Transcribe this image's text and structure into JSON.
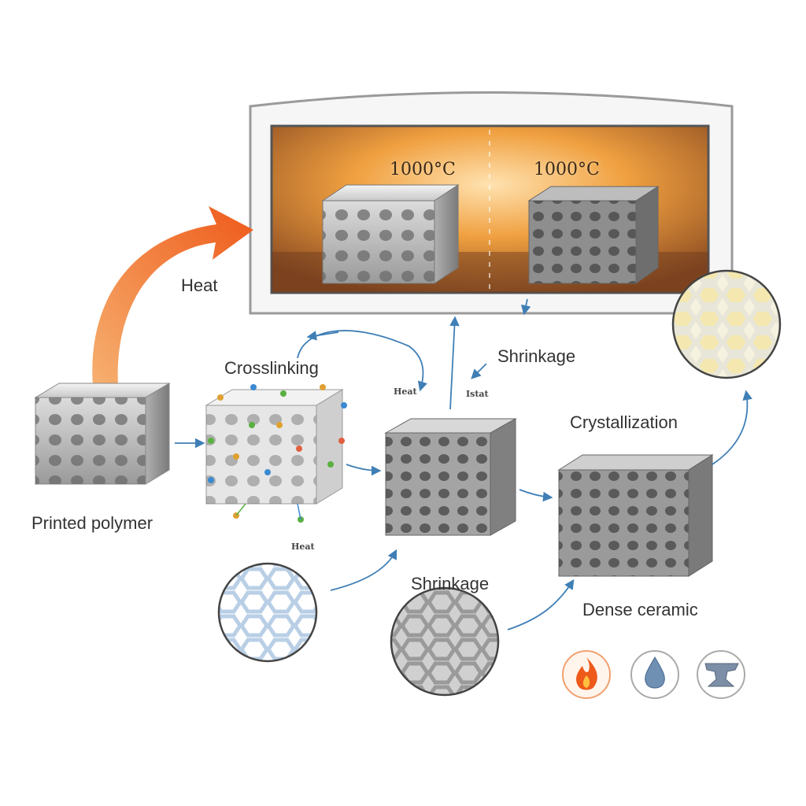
{
  "furnace": {
    "temp_left": "1000°C",
    "temp_right": "1000°C"
  },
  "labels": {
    "heat": "Heat",
    "crosslinking": "Crosslinking",
    "shrinkage_top": "Shrinkage",
    "crystallization": "Crystallization",
    "printed_polymer": "Printed polymer",
    "shrinkage_bottom": "Shrinkage",
    "dense_ceramic": "Dense ceramic"
  },
  "small_tags": {
    "tag_a": "Heat",
    "tag_b": "Istat",
    "tag_c": "Heat"
  },
  "icons": [
    "fire-icon",
    "water-drop-icon",
    "anvil-icon"
  ],
  "colors": {
    "heat_arrow": "#ee7a2a",
    "flow_arrow": "#3f7fb6",
    "furnace_glow": "#f0a040"
  }
}
